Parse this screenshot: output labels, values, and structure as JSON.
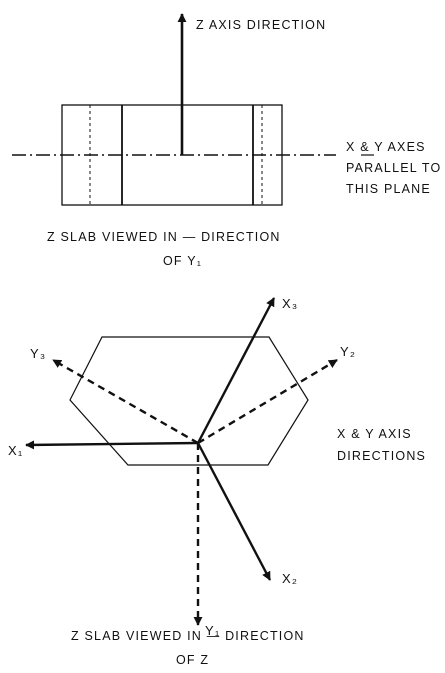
{
  "top_view": {
    "z_axis_label": "Z AXIS DIRECTION",
    "xy_label_line1": "X & Y AXES",
    "xy_label_line2": "PARALLEL TO",
    "xy_label_line3": "THIS PLANE",
    "caption_line1": "Z SLAB VIEWED IN — DIRECTION",
    "caption_line2": "OF Y₁"
  },
  "bottom_view": {
    "axes": {
      "x1": "X₁",
      "x2": "X₂",
      "x3": "X₃",
      "y1": "Y₁",
      "y2": "Y₂",
      "y3": "Y₃"
    },
    "xy_label_line1": "X & Y AXIS",
    "xy_label_line2": "DIRECTIONS",
    "caption_line1": "Z SLAB VIEWED IN — DIRECTION",
    "caption_line2": "OF Z"
  },
  "colors": {
    "ink": "#111111",
    "background": "#ffffff"
  }
}
